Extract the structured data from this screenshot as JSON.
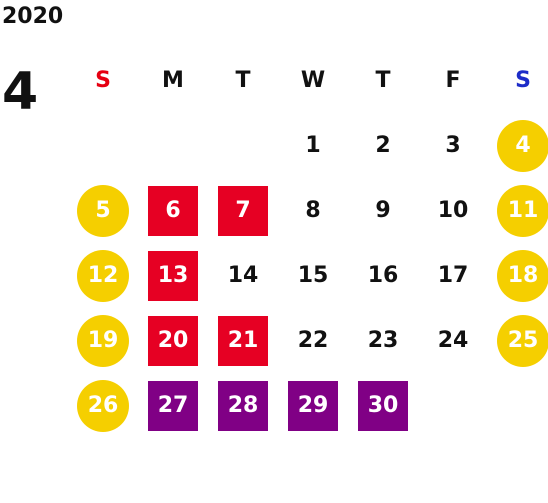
{
  "calendar": {
    "year": "2020",
    "month": "4",
    "weekdays": [
      {
        "label": "S",
        "color": "#e60012"
      },
      {
        "label": "M",
        "color": "#111111"
      },
      {
        "label": "T",
        "color": "#111111"
      },
      {
        "label": "W",
        "color": "#111111"
      },
      {
        "label": "T",
        "color": "#111111"
      },
      {
        "label": "F",
        "color": "#111111"
      },
      {
        "label": "S",
        "color": "#1d2cc8"
      }
    ],
    "colors": {
      "weekend_circle": "#f5cf00",
      "red_box": "#e60023",
      "purple_box": "#800085",
      "normal_text": "#111111"
    },
    "weeks": [
      [
        {
          "label": "",
          "style": "empty"
        },
        {
          "label": "",
          "style": "empty"
        },
        {
          "label": "",
          "style": "empty"
        },
        {
          "label": "1",
          "style": "normal"
        },
        {
          "label": "2",
          "style": "normal"
        },
        {
          "label": "3",
          "style": "normal"
        },
        {
          "label": "4",
          "style": "weekend"
        }
      ],
      [
        {
          "label": "5",
          "style": "weekend"
        },
        {
          "label": "6",
          "style": "red"
        },
        {
          "label": "7",
          "style": "red"
        },
        {
          "label": "8",
          "style": "normal"
        },
        {
          "label": "9",
          "style": "normal"
        },
        {
          "label": "10",
          "style": "normal"
        },
        {
          "label": "11",
          "style": "weekend"
        }
      ],
      [
        {
          "label": "12",
          "style": "weekend"
        },
        {
          "label": "13",
          "style": "red"
        },
        {
          "label": "14",
          "style": "normal"
        },
        {
          "label": "15",
          "style": "normal"
        },
        {
          "label": "16",
          "style": "normal"
        },
        {
          "label": "17",
          "style": "normal"
        },
        {
          "label": "18",
          "style": "weekend"
        }
      ],
      [
        {
          "label": "19",
          "style": "weekend"
        },
        {
          "label": "20",
          "style": "red"
        },
        {
          "label": "21",
          "style": "red"
        },
        {
          "label": "22",
          "style": "normal"
        },
        {
          "label": "23",
          "style": "normal"
        },
        {
          "label": "24",
          "style": "normal"
        },
        {
          "label": "25",
          "style": "weekend"
        }
      ],
      [
        {
          "label": "26",
          "style": "weekend"
        },
        {
          "label": "27",
          "style": "purple"
        },
        {
          "label": "28",
          "style": "purple"
        },
        {
          "label": "29",
          "style": "purple"
        },
        {
          "label": "30",
          "style": "purple"
        },
        {
          "label": "",
          "style": "empty"
        },
        {
          "label": "",
          "style": "empty"
        }
      ]
    ]
  }
}
